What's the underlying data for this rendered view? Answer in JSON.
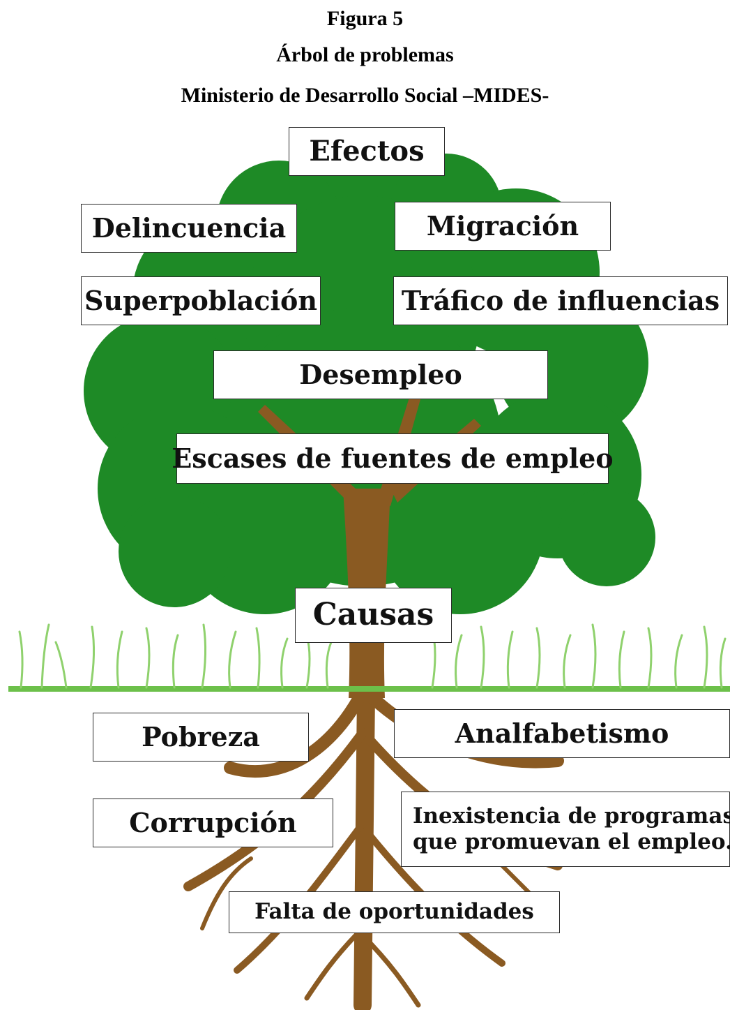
{
  "caption": {
    "figure": "Figura 5",
    "title": "Árbol de problemas",
    "subtitle": "Ministerio de Desarrollo Social –MIDES-"
  },
  "effects": {
    "heading": "Efectos",
    "items": [
      "Delincuencia",
      "Migración",
      "Superpoblación",
      "Tráfico de influencias",
      "Desempleo"
    ]
  },
  "central_problem": "Escases de fuentes de empleo",
  "causes": {
    "heading": "Causas",
    "items": [
      "Pobreza",
      "Analfabetismo",
      "Corrupción",
      "Inexistencia de programas",
      "que promuevan el empleo.",
      "Falta de oportunidades"
    ]
  },
  "colors": {
    "foliage": "#1e8a26",
    "trunk": "#8a5a22",
    "grass": "#6cc04a",
    "box_border": "#2b2b2b"
  }
}
